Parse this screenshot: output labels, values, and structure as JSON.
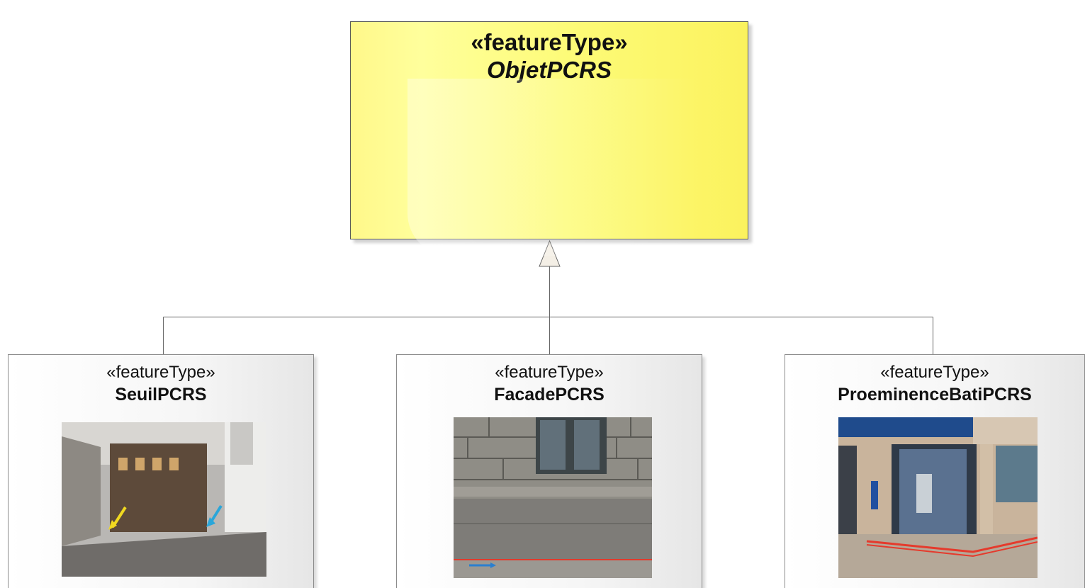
{
  "parent": {
    "stereotype": "«featureType»",
    "name": "ObjetPCRS",
    "fill_color": "#fdfb78"
  },
  "children": [
    {
      "stereotype": "«featureType»",
      "name": "SeuilPCRS",
      "image": "photo of a garage door threshold with yellow and blue arrows"
    },
    {
      "stereotype": "«featureType»",
      "name": "FacadePCRS",
      "image": "photo of a stone building facade base with red line and blue arrow"
    },
    {
      "stereotype": "«featureType»",
      "name": "ProeminenceBatiPCRS",
      "image": "photo of a building corner storefront with red outline"
    }
  ],
  "relationship": "generalization"
}
